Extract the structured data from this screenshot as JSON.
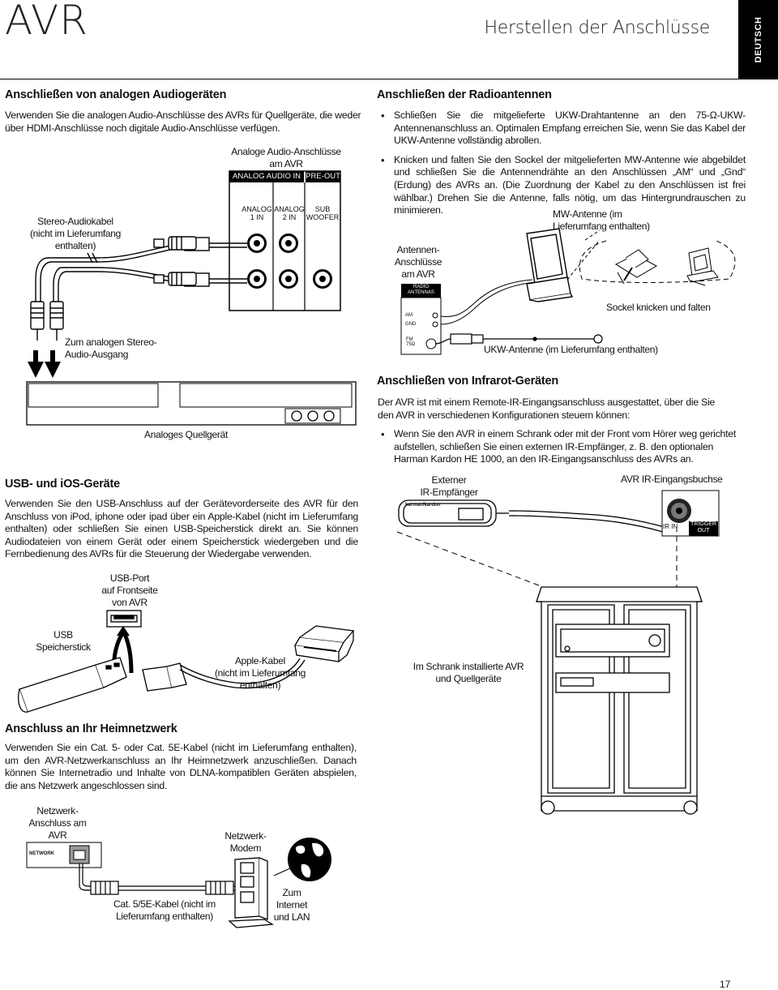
{
  "header": {
    "brand": "AVR",
    "title": "Herstellen der Anschlüsse",
    "language_tab": "DEUTSCH"
  },
  "analog": {
    "heading": "Anschließen von analogen Audiogeräten",
    "text": "Verwenden Sie die analogen Audio-Anschlüsse des AVRs für Quellgeräte, die weder über HDMI-Anschlüsse noch digitale Audio-Anschlüsse verfügen.",
    "diagram": {
      "avr_label_line1": "Analoge Audio-Anschlüsse",
      "avr_label_line2": "am AVR",
      "panel_header_left": "ANALOG AUDIO IN",
      "panel_header_right": "PRE-OUT",
      "jack1_line1": "ANALOG",
      "jack1_line2": "1 IN",
      "jack2_line1": "ANALOG",
      "jack2_line2": "2 IN",
      "jack3_line1": "SUB",
      "jack3_line2": "WOOFER",
      "cable_label_line1": "Stereo-Audiokabel",
      "cable_label_line2": "(nicht im Lieferumfang",
      "cable_label_line3": "enthalten)",
      "output_label_line1": "Zum analogen Stereo-",
      "output_label_line2": "Audio-Ausgang",
      "source_label": "Analoges Quellgerät"
    }
  },
  "usb": {
    "heading": "USB- und iOS-Geräte",
    "text": "Verwenden Sie den USB-Anschluss auf der Gerätevorderseite des AVR für den Anschluss von iPod, iphone oder ipad über ein Apple-Kabel (nicht im Lieferumfang enthalten) oder schließen Sie einen USB-Speicherstick direkt an. Sie können Audiodateien von einem Gerät oder einem Speicherstick wiedergeben und die Fernbedienung des AVRs für die Steuerung der Wiedergabe verwenden.",
    "diagram": {
      "port_label_line1": "USB-Port",
      "port_label_line2": "auf Frontseite",
      "port_label_line3": "von AVR",
      "stick_label_line1": "USB",
      "stick_label_line2": "Speicherstick",
      "apple_label_line1": "Apple-Kabel",
      "apple_label_line2": "(nicht im Lieferumfang",
      "apple_label_line3": "enthalten)"
    }
  },
  "network": {
    "heading": "Anschluss an Ihr Heimnetzwerk",
    "text": "Verwenden Sie ein Cat. 5- oder Cat. 5E-Kabel (nicht im Lieferumfang enthalten), um den AVR-Netzwerkanschluss an Ihr Heimnetzwerk anzuschließen. Danach können Sie Internetradio und Inhalte von DLNA-kompatiblen Geräten abspielen, die ans Netzwerk angeschlossen sind.",
    "diagram": {
      "avr_label_line1": "Netzwerk-",
      "avr_label_line2": "Anschluss am",
      "avr_label_line3": "AVR",
      "network_port_text": "NETWORK",
      "modem_label_line1": "Netzwerk-",
      "modem_label_line2": "Modem",
      "cable_label_line1": "Cat. 5/5E-Kabel (nicht im",
      "cable_label_line2": "Lieferumfang enthalten)",
      "internet_label_line1": "Zum",
      "internet_label_line2": "Internet",
      "internet_label_line3": "und LAN"
    }
  },
  "radio": {
    "heading": "Anschließen der Radioantennen",
    "bullet1": "Schließen Sie die mitgelieferte UKW-Drahtantenne an den 75-Ω-UKW-Antennenanschluss an. Optimalen Empfang erreichen Sie, wenn Sie das Kabel der UKW-Antenne vollständig abrollen.",
    "bullet2": "Knicken und falten Sie den Sockel der mitgelieferten MW-Antenne wie abgebildet und schließen Sie die Antennendrähte an den Anschlüssen „AM“ und „Gnd“ (Erdung) des AVRs an. (Die Zuordnung der Kabel zu den Anschlüssen ist frei wählbar.) Drehen Sie die Antenne, falls nötig, um das Hintergrundrauschen zu minimieren.",
    "diagram": {
      "mw_label_line1": "MW-Antenne (im",
      "mw_label_line2": "Lieferumfang enthalten)",
      "terminal_label_line1": "Antennen-",
      "terminal_label_line2": "Anschlüsse",
      "terminal_label_line3": "am AVR",
      "panel_text_line1": "RADIO",
      "panel_text_line2": "ANTENNAS",
      "am_text": "AM",
      "gnd_text": "GND",
      "fm_text_line1": "FM",
      "fm_text_line2": "75Ω",
      "fold_label": "Sockel knicken und falten",
      "ukw_label": "UKW-Antenne (im Lieferumfang enthalten)"
    }
  },
  "ir": {
    "heading": "Anschließen von Infrarot-Geräten",
    "text": "Der AVR ist mit einem Remote-IR-Eingangsanschluss ausgestattet, über die Sie den AVR in verschiedenen Konfigurationen steuern können:",
    "bullet1": "Wenn Sie den AVR in einem Schrank oder mit der Front vom Hörer weg gerichtet aufstellen, schließen Sie einen externen IR-Empfänger, z. B. den optionalen Harman Kardon HE 1000, an den IR-Eingangsanschluss des AVRs an.",
    "diagram": {
      "receiver_label_line1": "Externer",
      "receiver_label_line2": "IR-Empfänger",
      "receiver_brand": "harman/kardon",
      "jack_label": "AVR IR-Eingangsbuchse",
      "ir_in_text": "IR IN",
      "trigger_text_line1": "TRIGGER",
      "trigger_text_line2": "OUT",
      "cabinet_label_line1": "Im Schrank installierte AVR",
      "cabinet_label_line2": "und Quellgeräte"
    }
  },
  "page_number": "17"
}
